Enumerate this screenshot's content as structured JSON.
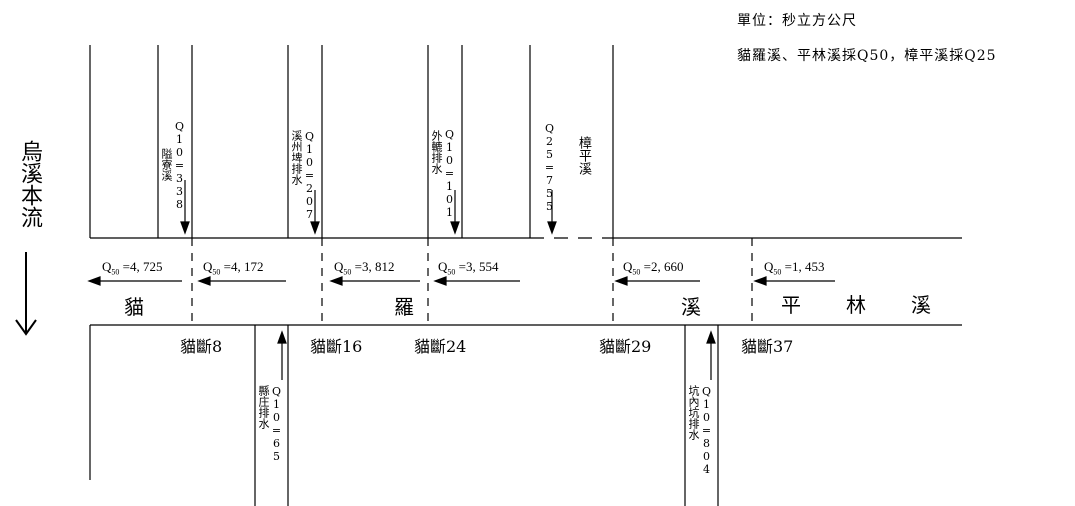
{
  "header": {
    "unit": "單位：秒立方公尺",
    "note": "貓羅溪、平林溪採Q50，樟平溪採Q25"
  },
  "main_river": {
    "label": "烏溪本流"
  },
  "river_name": {
    "c1": "貓",
    "c2": "羅",
    "c3": "溪",
    "pinglin_1": "平",
    "pinglin_2": "林",
    "pinglin_3": "溪"
  },
  "mainstream_flows": [
    {
      "q": "Q",
      "sub": "50",
      "value": "=4, 725"
    },
    {
      "q": "Q",
      "sub": "50",
      "value": "=4, 172"
    },
    {
      "q": "Q",
      "sub": "50",
      "value": "=3, 812"
    },
    {
      "q": "Q",
      "sub": "50",
      "value": "=3, 554"
    },
    {
      "q": "Q",
      "sub": "50",
      "value": "=2, 660"
    },
    {
      "q": "Q",
      "sub": "50",
      "value": "=1, 453"
    }
  ],
  "sections": [
    "貓斷8",
    "貓斷16",
    "貓斷24",
    "貓斷29",
    "貓斷37"
  ],
  "tributaries_top": [
    {
      "name": "隘寮溪",
      "flow": "Q10=338"
    },
    {
      "name": "溪州埤排水",
      "flow": "Q10=207"
    },
    {
      "name": "外轆排水",
      "flow": "Q10=101"
    },
    {
      "name": "樟平溪",
      "flow": "Q25=755"
    }
  ],
  "tributaries_bottom": [
    {
      "name": "縣庄排水",
      "flow": "Q10=65"
    },
    {
      "name": "坑內坑排水",
      "flow": "Q10=804"
    }
  ]
}
